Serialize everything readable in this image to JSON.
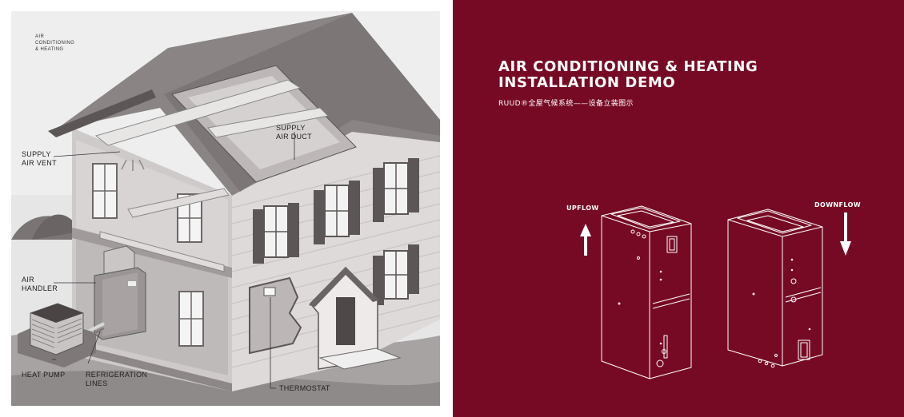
{
  "left_panel": {
    "corner_caption": [
      "AIR",
      "CONDITIONING",
      "& HEATING"
    ],
    "labels": {
      "supply_air_duct": [
        "SUPPLY",
        "AIR DUCT"
      ],
      "supply_air_vent": [
        "SUPPLY",
        "AIR VENT"
      ],
      "air_handler": [
        "AIR",
        "HANDLER"
      ],
      "heat_pump": "HEAT PUMP",
      "refrigeration_lines": [
        "REFRIGERATION",
        "LINES"
      ],
      "thermostat": "THERMOSTAT"
    }
  },
  "right_panel": {
    "title_line1": "AIR CONDITIONING & HEATING",
    "title_line2": "INSTALLATION DEMO",
    "subtitle": "RUUD®全屋气候系统——设备立装图示",
    "upflow_label": "UPFLOW",
    "downflow_label": "DOWNFLOW"
  },
  "colors": {
    "panel_background": "#760a24",
    "title_text": "#ffffff"
  }
}
